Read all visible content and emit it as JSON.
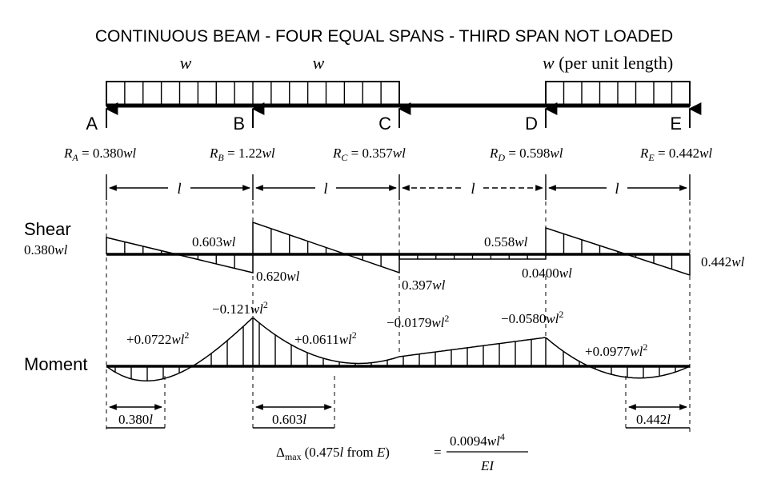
{
  "title": "CONTINUOUS BEAM - FOUR EQUAL SPANS - THIRD SPAN NOT LOADED",
  "loads": {
    "span1": "w",
    "span2": "w",
    "span4_w": "w",
    "span4_note": "(per unit length)"
  },
  "supports": {
    "A": "A",
    "B": "B",
    "C": "C",
    "D": "D",
    "E": "E"
  },
  "reactions": [
    {
      "sym": "R",
      "sub": "A",
      "val": " = 0.380",
      "unit": "wl"
    },
    {
      "sym": "R",
      "sub": "B",
      "val": " = 1.22",
      "unit": "wl"
    },
    {
      "sym": "R",
      "sub": "C",
      "val": " = 0.357",
      "unit": "wl"
    },
    {
      "sym": "R",
      "sub": "D",
      "val": " = 0.598",
      "unit": "wl"
    },
    {
      "sym": "R",
      "sub": "E",
      "val": " = 0.442",
      "unit": "wl"
    }
  ],
  "span_length": "l",
  "shear": {
    "label": "Shear",
    "left_val": "0.380",
    "left_unit": "wl",
    "b_left_val": "0.603",
    "b_left_unit": "wl",
    "b_right_val": "0.620",
    "b_right_unit": "wl",
    "c_val": "0.397",
    "c_unit": "wl",
    "d_left_val": "0.558",
    "d_left_unit": "wl",
    "d_right_val": "0.0400",
    "d_right_unit": "wl",
    "e_val": "0.442",
    "e_unit": "wl"
  },
  "moment": {
    "label": "Moment",
    "mb_val": "−0.121",
    "mb_unit": "wl",
    "mb_exp": "2",
    "m1_val": "+0.0722",
    "m1_unit": "wl",
    "m1_exp": "2",
    "m2_val": "+0.0611",
    "m2_unit": "wl",
    "m2_exp": "2",
    "mc_val": "−0.0179",
    "mc_unit": "wl",
    "mc_exp": "2",
    "md_val": "−0.0580",
    "md_unit": "wl",
    "md_exp": "2",
    "m4_val": "+0.0977",
    "m4_unit": "wl",
    "m4_exp": "2"
  },
  "dims": {
    "d1_val": "0.380",
    "d1_unit": "l",
    "d2_val": "0.603",
    "d2_unit": "l",
    "d3_val": "0.442",
    "d3_unit": "l"
  },
  "deflection": {
    "prefix": "Δ",
    "sub": "max",
    "paren": "(0.475",
    "l": "l",
    "from": " from ",
    "E": "E",
    "close": ")",
    "eq": "=",
    "num_val": "0.0094",
    "num_unit": "wl",
    "num_exp": "4",
    "den": "EI"
  }
}
